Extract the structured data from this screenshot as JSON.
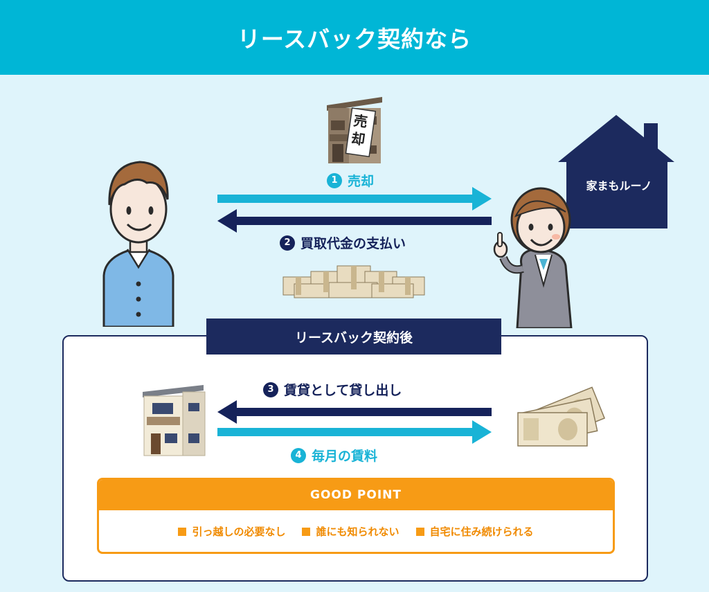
{
  "header": {
    "title": "リースバック契約なら"
  },
  "sale_sign": "売却",
  "sale_sign_chars": [
    "売",
    "却"
  ],
  "company": {
    "name": "家まもルーノ"
  },
  "steps": [
    {
      "num": "1",
      "label": "売却"
    },
    {
      "num": "2",
      "label": "買取代金の支払い"
    },
    {
      "num": "3",
      "label": "賃貸として貸し出し"
    },
    {
      "num": "4",
      "label": "毎月の賃料"
    }
  ],
  "after_banner": "リースバック契約後",
  "good_point": {
    "title": "GOOD POINT",
    "items": [
      "引っ越しの必要なし",
      "誰にも知られない",
      "自宅に住み続けられる"
    ]
  },
  "colors": {
    "header": "#00b6d6",
    "background": "#dff4fb",
    "navy": "#15225a",
    "cyan": "#19b3d6",
    "orange": "#f79b15"
  }
}
